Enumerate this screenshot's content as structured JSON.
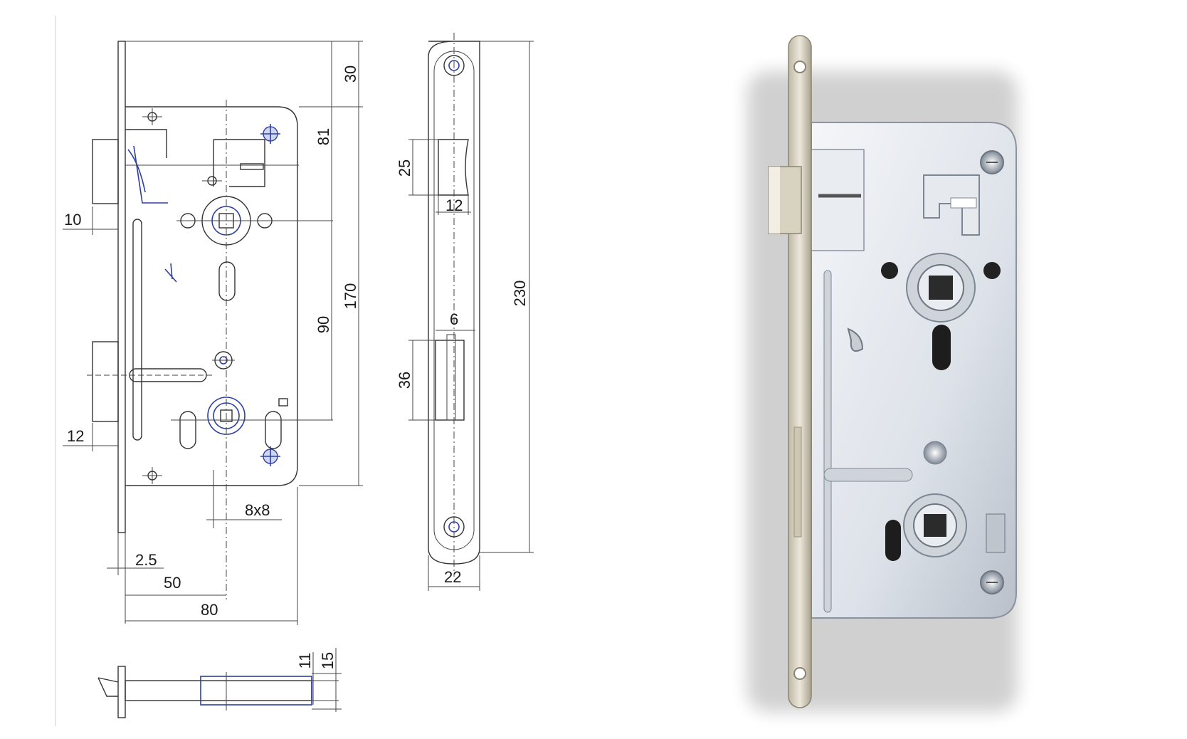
{
  "drawing": {
    "dimensions": {
      "d30": "30",
      "d81": "81",
      "d170": "170",
      "d90": "90",
      "d10": "10",
      "d12_left": "12",
      "d8x8": "8x8",
      "d2_5": "2.5",
      "d50": "50",
      "d80": "80",
      "d11": "11",
      "d15": "15",
      "d25": "25",
      "d12_side": "12",
      "d6": "6",
      "d36": "36",
      "d230": "230",
      "d22": "22"
    }
  },
  "colors": {
    "line": "#333333",
    "accent_blue": "#2f3fa0",
    "steel_light": "#e6e9ee",
    "steel_dark": "#9aa1ab",
    "brass_faceplate": "#d9d3c2"
  }
}
